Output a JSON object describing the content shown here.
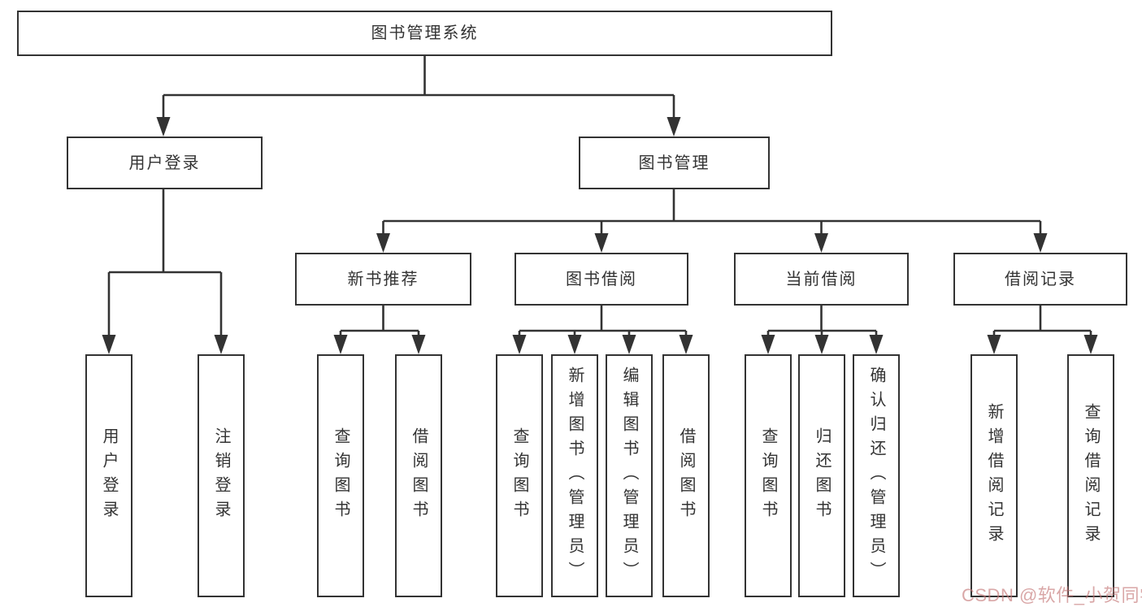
{
  "diagram": {
    "root": {
      "label": "图书管理系统"
    },
    "user_login_branch": {
      "label": "用户登录",
      "children": [
        {
          "label": "用户登录"
        },
        {
          "label": "注销登录"
        }
      ]
    },
    "book_mgmt_branch": {
      "label": "图书管理",
      "groups": [
        {
          "label": "新书推荐",
          "children": [
            {
              "label": "查询图书"
            },
            {
              "label": "借阅图书"
            }
          ]
        },
        {
          "label": "图书借阅",
          "children": [
            {
              "label": "查询图书"
            },
            {
              "label": "新增图书（管理员）"
            },
            {
              "label": "编辑图书（管理员）"
            },
            {
              "label": "借阅图书"
            }
          ]
        },
        {
          "label": "当前借阅",
          "children": [
            {
              "label": "查询图书"
            },
            {
              "label": "归还图书"
            },
            {
              "label": "确认归还（管理员）"
            }
          ]
        },
        {
          "label": "借阅记录",
          "children": [
            {
              "label": "新增借阅记录"
            },
            {
              "label": "查询借阅记录"
            }
          ]
        }
      ]
    }
  },
  "watermark": {
    "text": "CSDN @软件_小贺同学"
  },
  "colors": {
    "line": "#333333",
    "text": "#333333",
    "background": "#ffffff",
    "watermark": "rgba(197,120,120,0.65)"
  }
}
